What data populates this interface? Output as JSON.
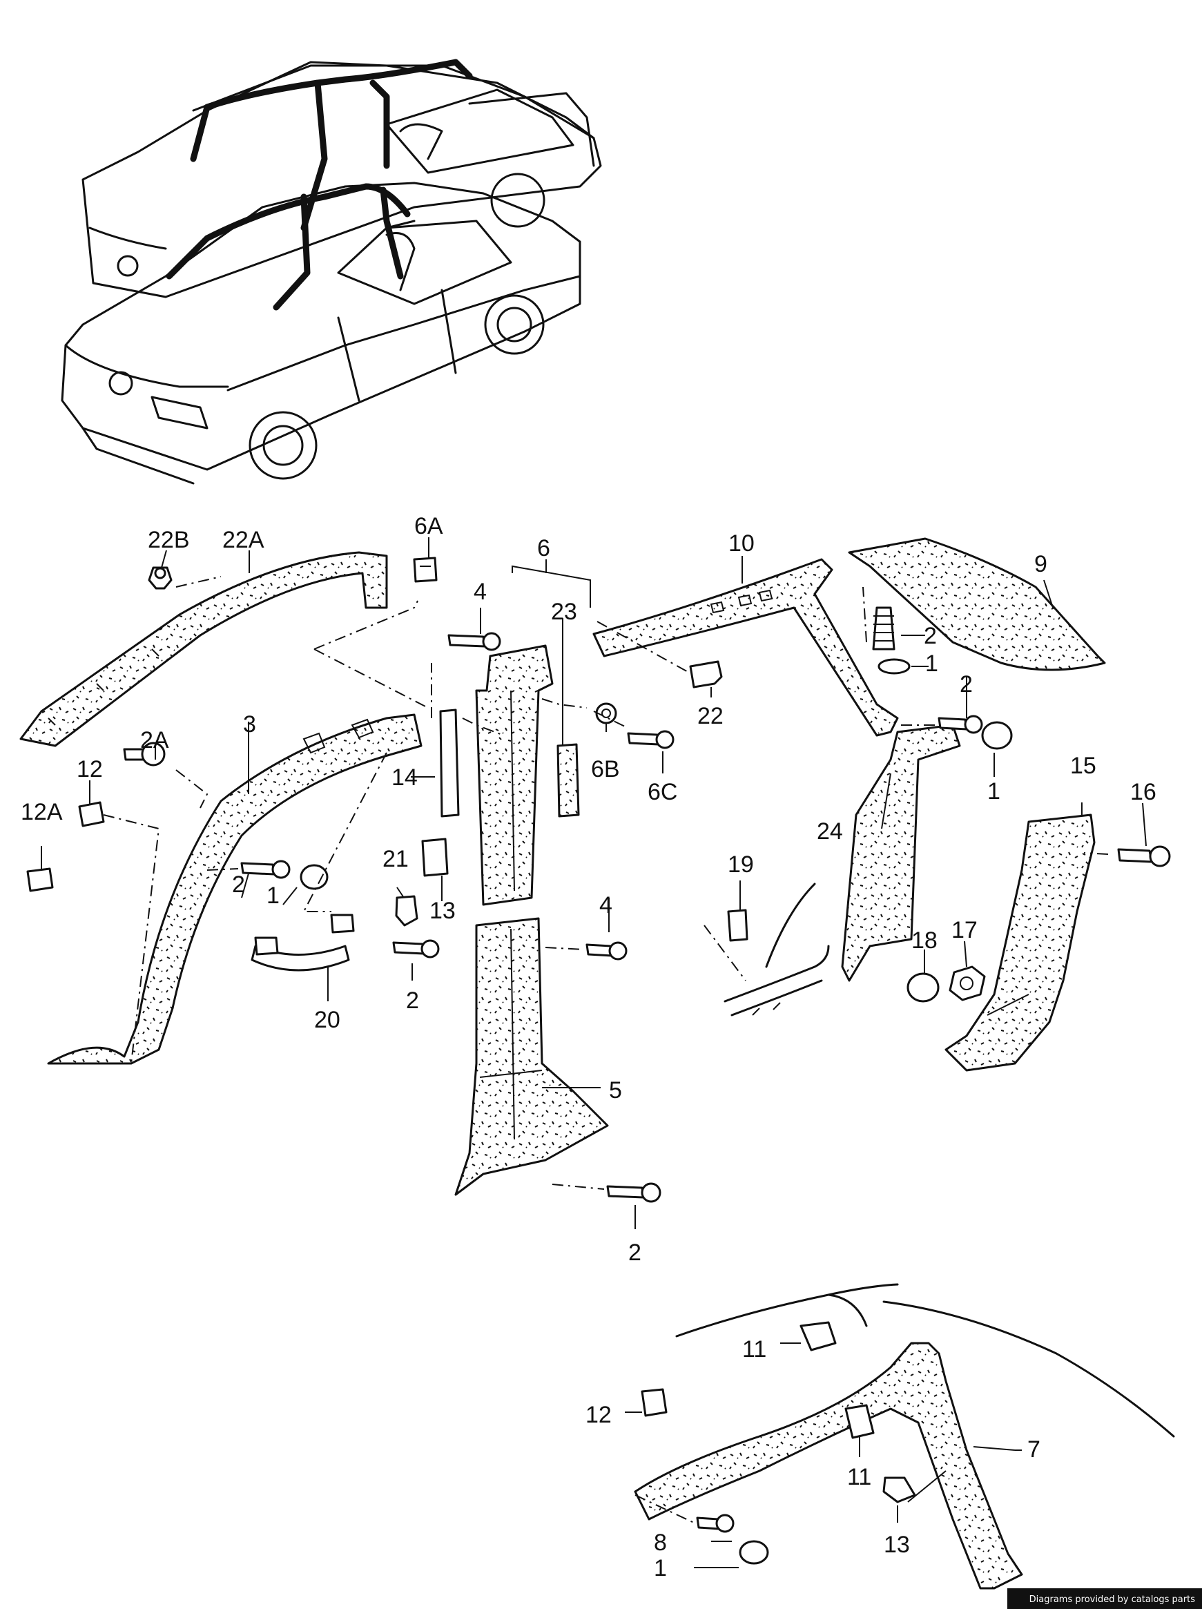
{
  "labels": {
    "p1a": "1",
    "p1b": "1",
    "p1c": "1",
    "p1d": "1",
    "p2a": "2",
    "p2b": "2",
    "p2c": "2",
    "p2d": "2",
    "p2e": "2",
    "p2A": "2A",
    "p3": "3",
    "p4a": "4",
    "p4b": "4",
    "p5": "5",
    "p6": "6",
    "p6A": "6A",
    "p6B": "6B",
    "p6C": "6C",
    "p7": "7",
    "p8": "8",
    "p9": "9",
    "p10": "10",
    "p11a": "11",
    "p11b": "11",
    "p12a": "12",
    "p12b": "12",
    "p12A": "12A",
    "p13a": "13",
    "p13b": "13",
    "p14": "14",
    "p15": "15",
    "p16": "16",
    "p17": "17",
    "p18": "18",
    "p19": "19",
    "p20": "20",
    "p21": "21",
    "p22": "22",
    "p22A": "22A",
    "p22B": "22B",
    "p23": "23",
    "p24": "24"
  },
  "credit": "Diagrams provided by catalogs parts"
}
